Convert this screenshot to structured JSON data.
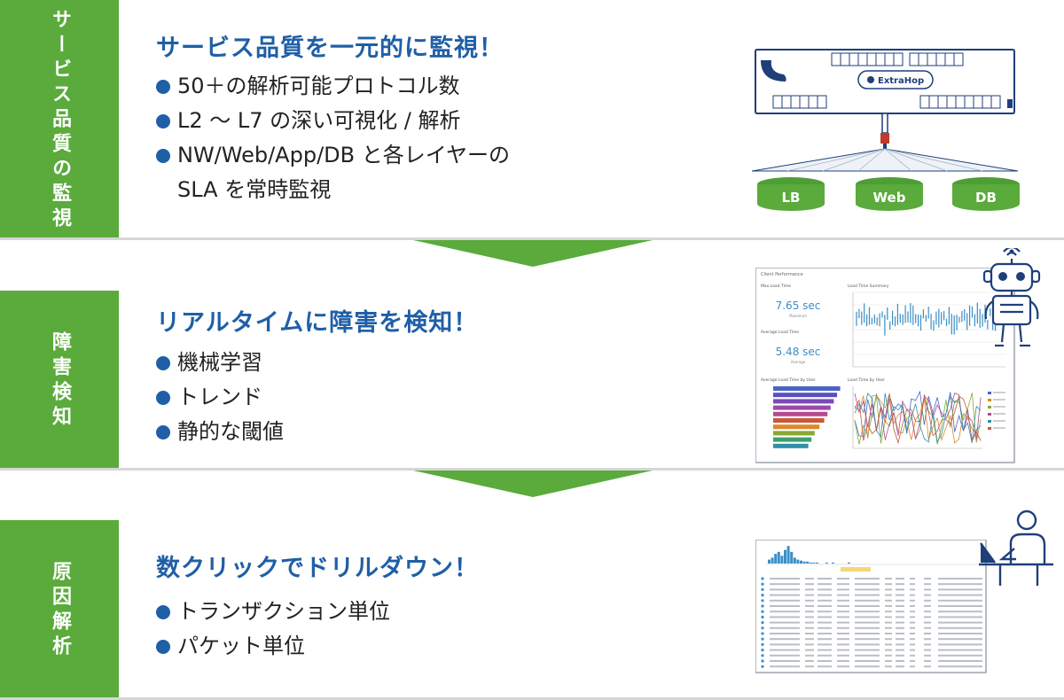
{
  "sections": [
    {
      "side_label": "サービス品質の監視",
      "heading": "サービス品質を一元的に監視！",
      "points": [
        "50＋の解析可能プロトコル数",
        "L2 〜 L7 の深い可視化 / 解析",
        "NW/Web/App/DB と各レイヤーの",
        "SLA を常時監視"
      ]
    },
    {
      "side_label": "障害検知",
      "heading": "リアルタイムに障害を検知！",
      "points": [
        "機械学習",
        "トレンド",
        "静的な閾値"
      ]
    },
    {
      "side_label": "原因解析",
      "heading": "数クリックでドリルダウン！",
      "points": [
        "トランザクション単位",
        "パケット単位"
      ]
    }
  ],
  "appliance": {
    "brand": "ExtraHop",
    "tiers": [
      "LB",
      "Web",
      "DB"
    ]
  },
  "dashboard": {
    "header": "Client Performance",
    "max_panel_title": "Max Load Time",
    "max_value": "7.65 sec",
    "max_sub": "Maximum",
    "avg_panel_title": "Average Load Time",
    "avg_value": "5.48 sec",
    "avg_sub": "Average",
    "summary_title": "Load Time Summary",
    "by_user_title": "Average Load Time by User",
    "by_user_chart_title": "Load Time by User"
  },
  "colors": {
    "green": "#5aab3c",
    "blue": "#1f5fa6",
    "value_blue": "#3b8ec7"
  }
}
